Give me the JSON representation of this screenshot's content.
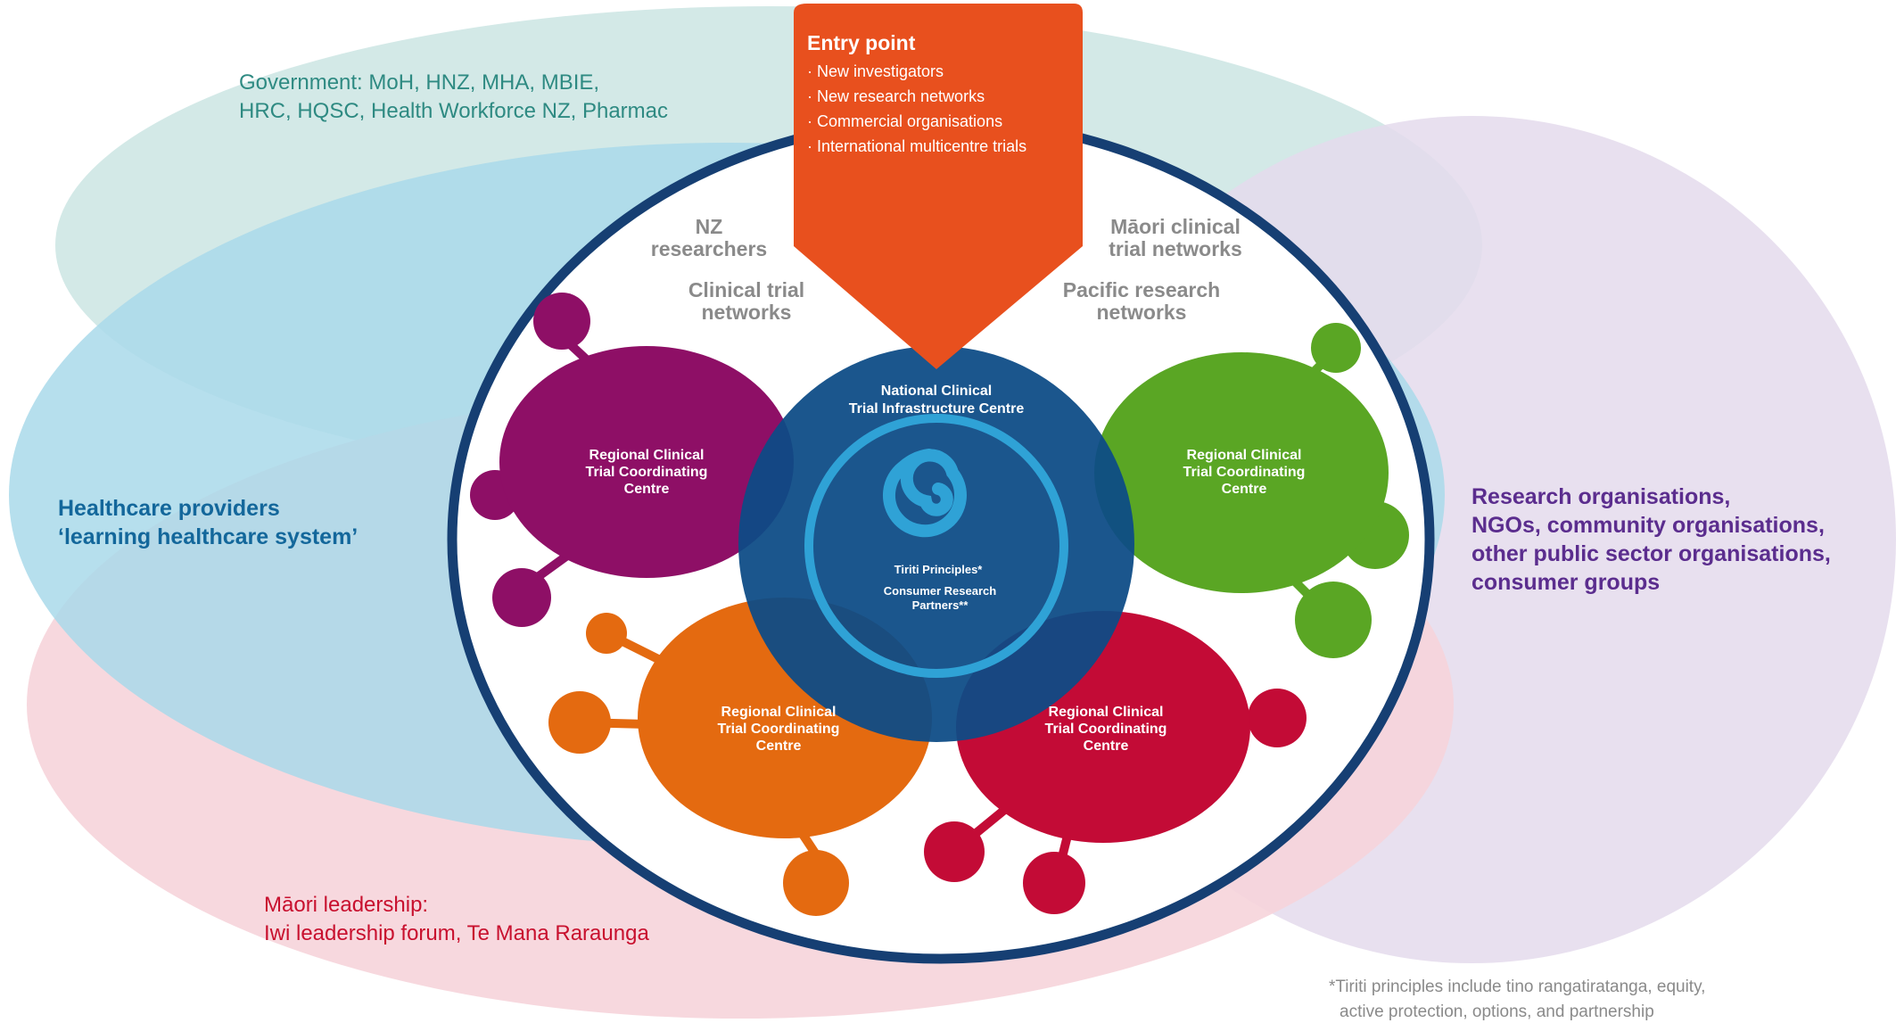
{
  "government": {
    "line1": "Government: MoH, HNZ, MHA, MBIE,",
    "line2": "HRC, HQSC, Health Workforce NZ, Pharmac"
  },
  "healthcare": {
    "line1": "Healthcare providers",
    "line2": "‘learning healthcare system’"
  },
  "maori_leadership": {
    "line1": "Māori leadership:",
    "line2": "Iwi leadership forum, Te Mana Raraunga"
  },
  "research_orgs": {
    "line1": "Research organisations,",
    "line2": "NGOs, community organisations,",
    "line3": "other public sector organisations,",
    "line4": "consumer groups"
  },
  "entry_point": {
    "title": "Entry point",
    "items": [
      "· New investigators",
      "· New research networks",
      "· Commercial organisations",
      "· International multicentre trials"
    ]
  },
  "networks": {
    "nz_researchers": [
      "NZ",
      "researchers"
    ],
    "clinical_trial_networks": [
      "Clinical trial",
      "networks"
    ],
    "maori_networks": [
      "Māori clinical",
      "trial networks"
    ],
    "pacific_networks": [
      "Pacific research",
      "networks"
    ]
  },
  "centre": {
    "title": [
      "National Clinical",
      "Trial Infrastructure Centre"
    ],
    "tiriti": "Tiriti Principles*",
    "consumer": [
      "Consumer Research",
      "Partners**"
    ]
  },
  "regional": {
    "purple": [
      "Regional Clinical",
      "Trial Coordinating",
      "Centre"
    ],
    "green": [
      "Regional Clinical",
      "Trial Coordinating",
      "Centre"
    ],
    "orange": [
      "Regional Clinical",
      "Trial Coordinating",
      "Centre"
    ],
    "red": [
      "Regional Clinical",
      "Trial Coordinating",
      "Centre"
    ]
  },
  "footnote": {
    "line1": "*Tiriti principles include tino rangatiratanga, equity,",
    "line2": "active protection, options, and partnership"
  },
  "colors": {
    "government": "#d3e9e7",
    "healthcare": "#a8d8e8",
    "maori": "#f5cfd6",
    "research": "#e2d8ea",
    "navy": "#163f73",
    "centre_blue": "#0d4b86",
    "spiral": "#2fa2d6",
    "entry": "#e8501e",
    "purple": "#8e0f66",
    "green": "#5aa624",
    "orange": "#e46a10",
    "red": "#c30b36",
    "text_teal": "#2e8a82",
    "text_blue": "#13679b",
    "text_red": "#c8102e",
    "text_purple": "#5b2d8e",
    "text_grey": "#8a8a8a"
  }
}
